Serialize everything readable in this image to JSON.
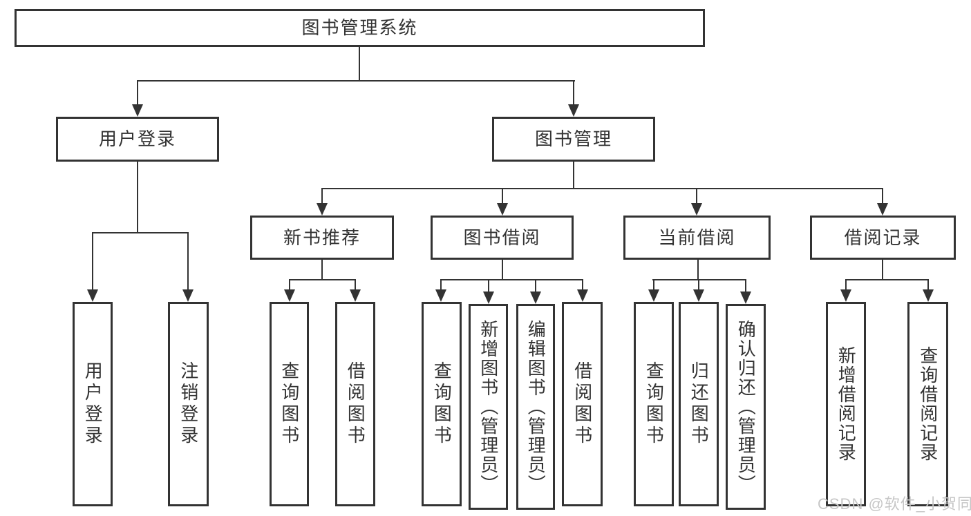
{
  "tree": {
    "label": "图书管理系统",
    "children": [
      {
        "label": "用户登录",
        "children": [
          {
            "label": "用户登录"
          },
          {
            "label": "注销登录"
          }
        ]
      },
      {
        "label": "图书管理",
        "children": [
          {
            "label": "新书推荐",
            "children": [
              {
                "label": "查询图书"
              },
              {
                "label": "借阅图书"
              }
            ]
          },
          {
            "label": "图书借阅",
            "children": [
              {
                "label": "查询图书"
              },
              {
                "label": "新增图书（管理员）"
              },
              {
                "label": "编辑图书（管理员）"
              },
              {
                "label": "借阅图书"
              }
            ]
          },
          {
            "label": "当前借阅",
            "children": [
              {
                "label": "查询图书"
              },
              {
                "label": "归还图书"
              },
              {
                "label": "确认归还（管理员）"
              }
            ]
          },
          {
            "label": "借阅记录",
            "children": [
              {
                "label": "新增借阅记录"
              },
              {
                "label": "查询借阅记录"
              }
            ]
          }
        ]
      }
    ]
  },
  "watermark": "CSDN @软件_小贺同学",
  "colors": {
    "stroke": "#333333",
    "text": "#333333",
    "watermark": "#c6c6c6",
    "background": "#ffffff"
  }
}
